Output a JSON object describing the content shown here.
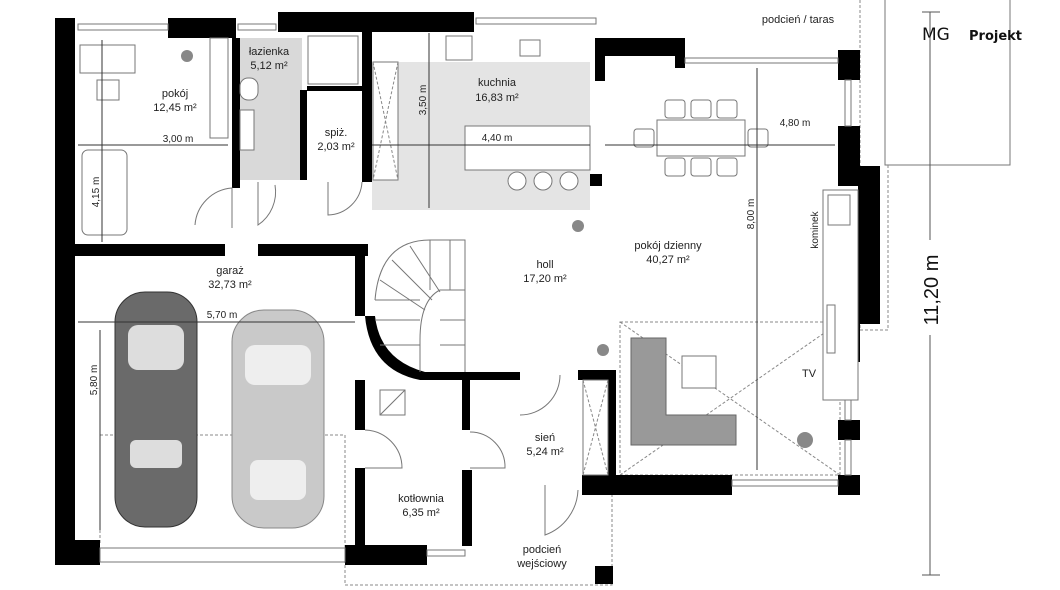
{
  "logo": {
    "brand": "MG Projekt",
    "mark": "MG",
    "text": "Projekt"
  },
  "rooms": [
    {
      "name": "pokój",
      "area": "12,45 m²"
    },
    {
      "name": "łazienka",
      "area": "5,12 m²"
    },
    {
      "name": "spiż.",
      "area": "2,03 m²"
    },
    {
      "name": "kuchnia",
      "area": "16,83 m²"
    },
    {
      "name": "garaż",
      "area": "32,73 m²"
    },
    {
      "name": "holl",
      "area": "17,20 m²"
    },
    {
      "name": "pokój dzienny",
      "area": "40,27 m²"
    },
    {
      "name": "sień",
      "area": "5,24 m²"
    },
    {
      "name": "kotłownia",
      "area": "6,35 m²"
    },
    {
      "name": "podcień",
      "name2": "wejściowy"
    },
    {
      "name": "podcień / taras"
    }
  ],
  "dimensions": {
    "pokoj_width": "3,00 m",
    "pokoj_length": "4,15 m",
    "kuchnia_height": "3,50 m",
    "kuchnia_width": "4,40 m",
    "living_width": "4,80 m",
    "living_length": "8,00 m",
    "garage_width": "5,70 m",
    "garage_length": "5,80 m",
    "total_length": "11,20 m"
  },
  "labels": {
    "fireplace": "kominek",
    "tv": "TV"
  }
}
